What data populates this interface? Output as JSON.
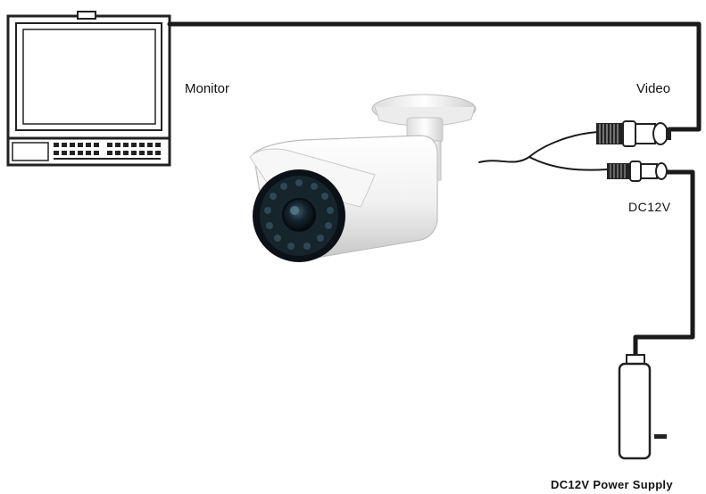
{
  "labels": {
    "monitor": "Monitor",
    "video": "Video",
    "dc_connector": "DC12V",
    "power_supply": "DC12V  Power Supply"
  },
  "colors": {
    "cable": "#1a1a1a",
    "camera_body": "#f3f3f3",
    "camera_shadow": "#cfcfcf",
    "lens": "#0e1a22",
    "ir_led": "#2a3f4c"
  },
  "icons": [
    "monitor-icon",
    "bullet-camera-icon",
    "bnc-video-connector-icon",
    "dc-power-connector-icon",
    "power-supply-icon"
  ]
}
